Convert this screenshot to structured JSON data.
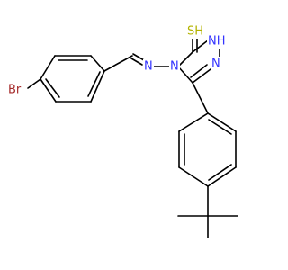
{
  "colors": {
    "background": "#ffffff",
    "bond": "#000000",
    "nitrogen": "#3333ff",
    "sulfur": "#b3b300",
    "bromine": "#a52a2a"
  },
  "atoms": {
    "sh": "SH",
    "nh": "NH",
    "n_ring_low": "N",
    "n_ring_sub": "N",
    "n_imine": "N",
    "br": "Br"
  }
}
